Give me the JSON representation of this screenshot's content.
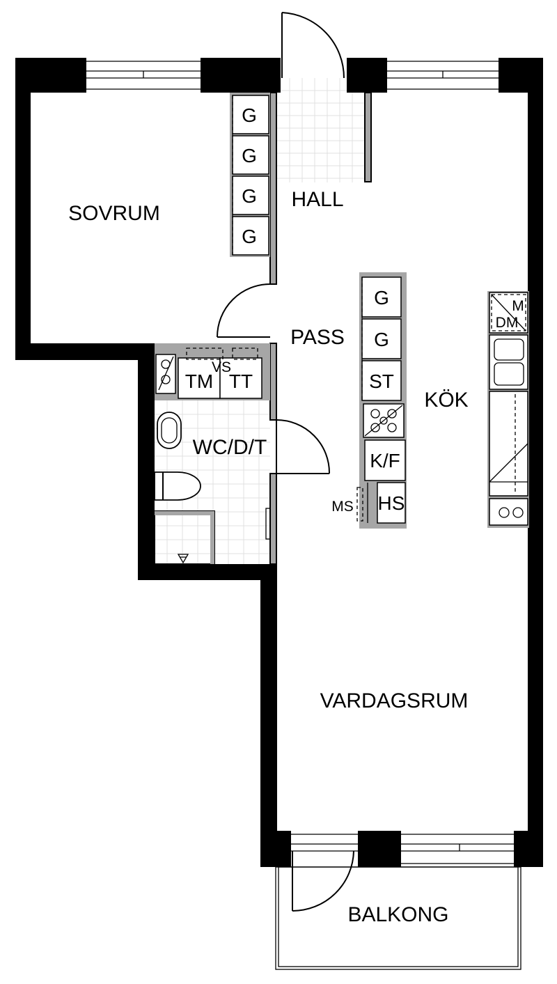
{
  "rooms": {
    "sovrum": "SOVRUM",
    "hall": "HALL",
    "pass": "PASS",
    "kok": "KÖK",
    "wc": "WC/D/T",
    "vardagsrum": "VARDAGSRUM",
    "balkong": "BALKONG"
  },
  "fixtures": {
    "wardrobe": "G",
    "stove_cabinet": "ST",
    "fridge_freezer": "K/F",
    "tall_cabinet": "HS",
    "microwave": "MS",
    "washer": "TM",
    "dryer": "TT",
    "water_heater": "VS",
    "dishwasher_m": "M",
    "dishwasher_dm": "DM"
  },
  "colors": {
    "wall": "#000000",
    "fixture_fill": "#a6a6a6",
    "tile_grid": "#e0e0e0",
    "background": "#ffffff"
  }
}
